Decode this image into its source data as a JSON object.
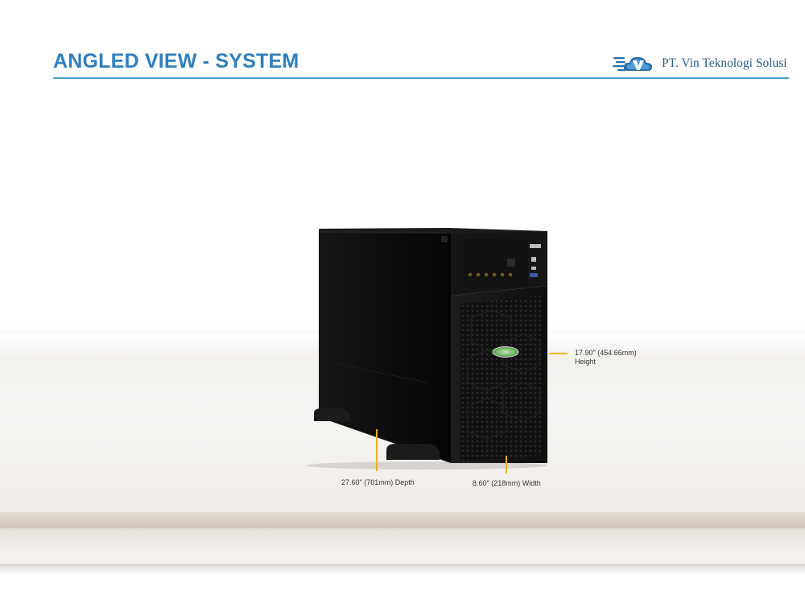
{
  "slide": {
    "title": "ANGLED VIEW - SYSTEM",
    "accent_color": "#2e7fbf",
    "rule_color": "#4b9bd0"
  },
  "logo": {
    "icon": "cloud-v-logo-icon",
    "company_name": "PT. Vin Teknologi Solusi"
  },
  "product": {
    "image": "tower-server-image",
    "badge_icon": "brand-oval-badge-icon"
  },
  "dimensions": {
    "height_value": "17.90\" (454.66mm)",
    "height_label": "Height",
    "depth": "27.60\" (701mm) Depth",
    "width": "8.60\" (218mm) Width",
    "leader_color": "#f0b21a"
  }
}
